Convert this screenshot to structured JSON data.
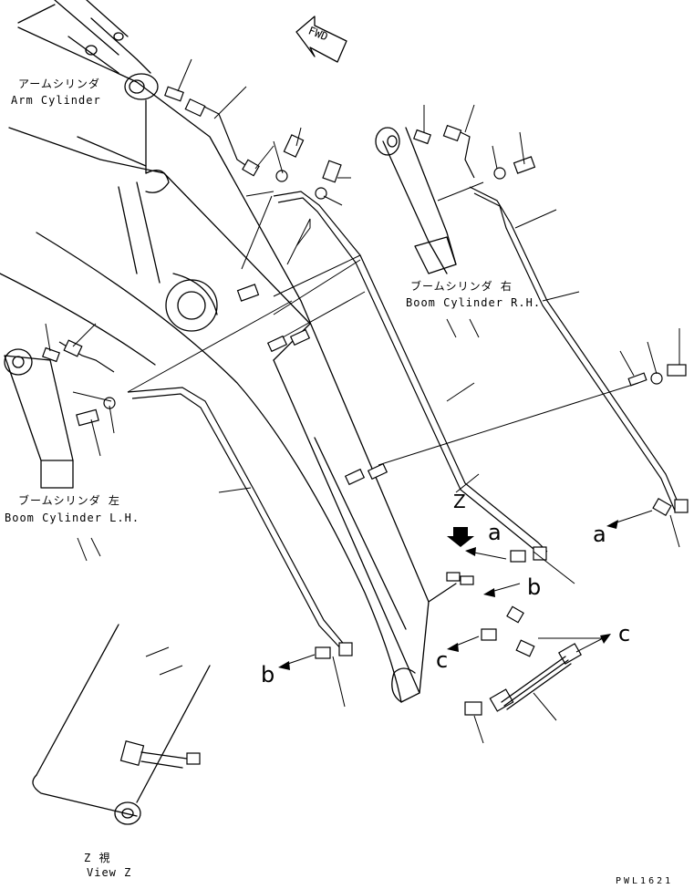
{
  "labels": {
    "arm_cylinder_jp": "アームシリンダ",
    "arm_cylinder_en": "Arm Cylinder",
    "boom_rh_jp": "ブームシリンダ 右",
    "boom_rh_en": "Boom Cylinder R.H.",
    "boom_lh_jp": "ブームシリンダ 左",
    "boom_lh_en": "Boom Cylinder L.H.",
    "fwd": "FWD",
    "view_z_jp": "Z 視",
    "view_z_en": "View Z",
    "z_marker": "Z",
    "ref_a1": "a",
    "ref_a2": "a",
    "ref_b1": "b",
    "ref_b2": "b",
    "ref_c1": "c",
    "ref_c2": "c",
    "drawing_code": "PWL1621"
  }
}
